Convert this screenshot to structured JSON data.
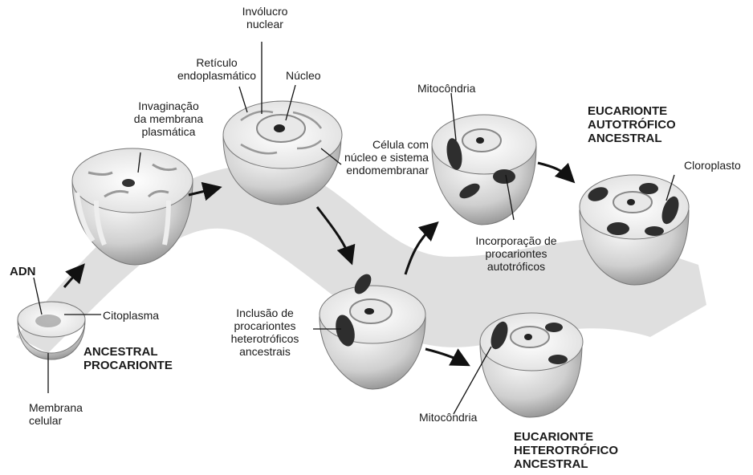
{
  "labels": {
    "involucro_nuclear": [
      "Invólucro",
      "nuclear"
    ],
    "reticulo": [
      "Retículo",
      "endoplasmático"
    ],
    "nucleo": "Núcleo",
    "invaginacao": [
      "Invaginação",
      "da membrana",
      "plasmática"
    ],
    "celula_nucleo": [
      "Célula com",
      "núcleo e sistema",
      "endomembranar"
    ],
    "mitocondria_top": "Mitocôndria",
    "eucarionte_autotrofico": [
      "EUCARIONTE",
      "AUTOTRÓFICO",
      "ANCESTRAL"
    ],
    "cloroplasto": "Cloroplasto",
    "incorporacao": [
      "Incorporação de",
      "procariontes",
      "autotróficos"
    ],
    "adn": "ADN",
    "citoplasma": "Citoplasma",
    "ancestral_procarionte": [
      "ANCESTRAL",
      "PROCARIONTE"
    ],
    "membrana_celular": [
      "Membrana",
      "celular"
    ],
    "inclusao": [
      "Inclusão de",
      "procariontes",
      "heterotróficos",
      "ancestrais"
    ],
    "mitocondria_bottom": "Mitocôndria",
    "eucarionte_heterotrofico": [
      "EUCARIONTE",
      "HETEROTRÓFICO",
      "ANCESTRAL"
    ]
  },
  "colors": {
    "band": "#dcdcdc",
    "cell_shell": "#cfcfcf",
    "cell_top": "#f2f2f2",
    "organelle_dark": "#2e2e2e",
    "text": "#1a1a1a"
  }
}
